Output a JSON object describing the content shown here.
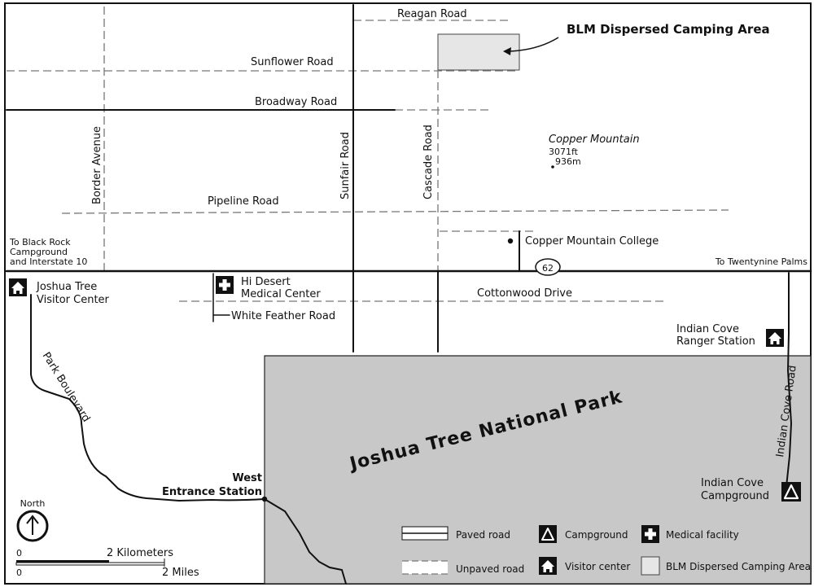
{
  "map": {
    "park_name": "Joshua Tree National Park",
    "blm_area_label": "BLM Dispersed Camping Area",
    "roads": {
      "reagan": "Reagan Road",
      "sunflower": "Sunflower Road",
      "broadway": "Broadway Road",
      "pipeline": "Pipeline Road",
      "border": "Border Avenue",
      "sunfair": "Sunfair Road",
      "cascade": "Cascade Road",
      "cottonwood": "Cottonwood Drive",
      "white_feather": "White Feather Road",
      "park_blvd": "Park Boulevard",
      "indian_cove": "Indian Cove Road",
      "highway_number": "62"
    },
    "places": {
      "copper_mountain": "Copper Mountain",
      "copper_mountain_ft": "3071ft",
      "copper_mountain_m": "936m",
      "college": "Copper Mountain College",
      "to_black_rock": [
        "To Black Rock",
        "Campground",
        "and Interstate 10"
      ],
      "to_twentynine": "To Twentynine Palms",
      "visitor_center": [
        "Joshua Tree",
        "Visitor Center"
      ],
      "medical": [
        "Hi Desert",
        "Medical Center"
      ],
      "ranger": [
        "Indian Cove",
        "Ranger Station"
      ],
      "campground": [
        "Indian Cove",
        "Campground"
      ],
      "west_entrance": [
        "West",
        "Entrance Station"
      ]
    },
    "north_label": "North",
    "scale": {
      "zero_km": "0",
      "km_label": "2 Kilometers",
      "zero_mi": "0",
      "mi_label": "2 Miles"
    },
    "legend": {
      "paved": "Paved road",
      "unpaved": "Unpaved road",
      "campground": "Campground",
      "visitor": "Visitor center",
      "medical": "Medical facility",
      "blm": "BLM Dispersed Camping Area"
    },
    "colors": {
      "park_fill": "#c8c8c8",
      "blm_fill": "#e6e6e6",
      "line": "#111111",
      "unpaved": "#777777"
    }
  }
}
